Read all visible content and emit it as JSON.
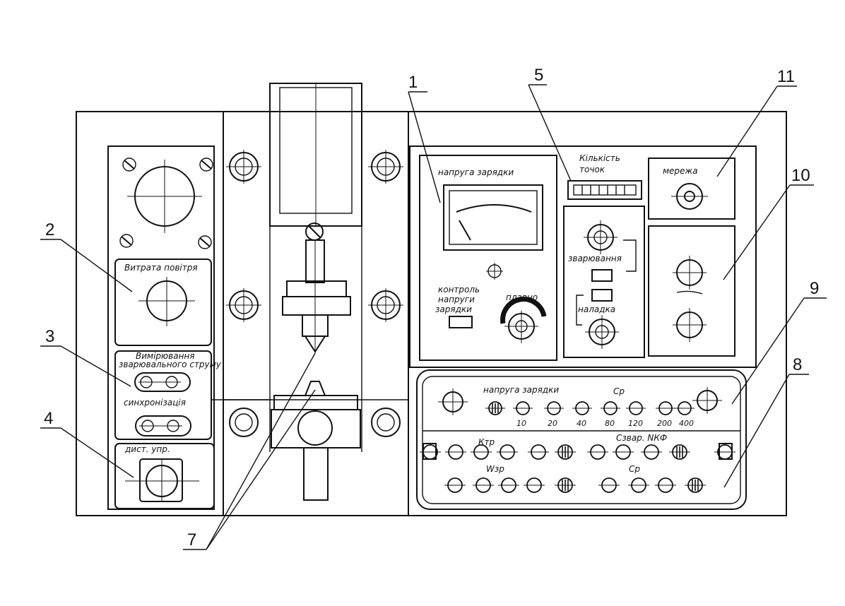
{
  "callouts": [
    "1",
    "2",
    "3",
    "4",
    "5",
    "7",
    "8",
    "9",
    "10",
    "11"
  ],
  "panels": {
    "air_flow": "Витрата повітря",
    "measure_line1": "Вимірювання",
    "measure_line2": "зварювального струму",
    "sync": "синхронізація",
    "remote": "дист. упр.",
    "charge_voltage": "напруга зарядки",
    "control_line1": "контроль",
    "control_line2": "напруги",
    "control_line3": "зарядки",
    "smooth": "плавно",
    "points_line1": "Кількість",
    "points_line2": "точок",
    "network": "мережа",
    "welding": "зварювання",
    "adjust": "наладка",
    "bottom_charge": "напруга зарядки",
    "cp": "Ср",
    "ktr": "Ктр",
    "cvar": "Сзвар. NКФ",
    "wzr": "Wзр",
    "cp2": "Ср"
  },
  "scale_ticks": [
    "10",
    "20",
    "40",
    "80",
    "120",
    "200",
    "400"
  ],
  "colors": {
    "ink": "#111111",
    "paper": "#ffffff"
  },
  "icons": [
    "screw-head-icon",
    "bolt-nut-icon",
    "knob-icon",
    "meter-dial-icon",
    "toggle-switch-icon",
    "socket-icon",
    "counter-display-icon"
  ]
}
